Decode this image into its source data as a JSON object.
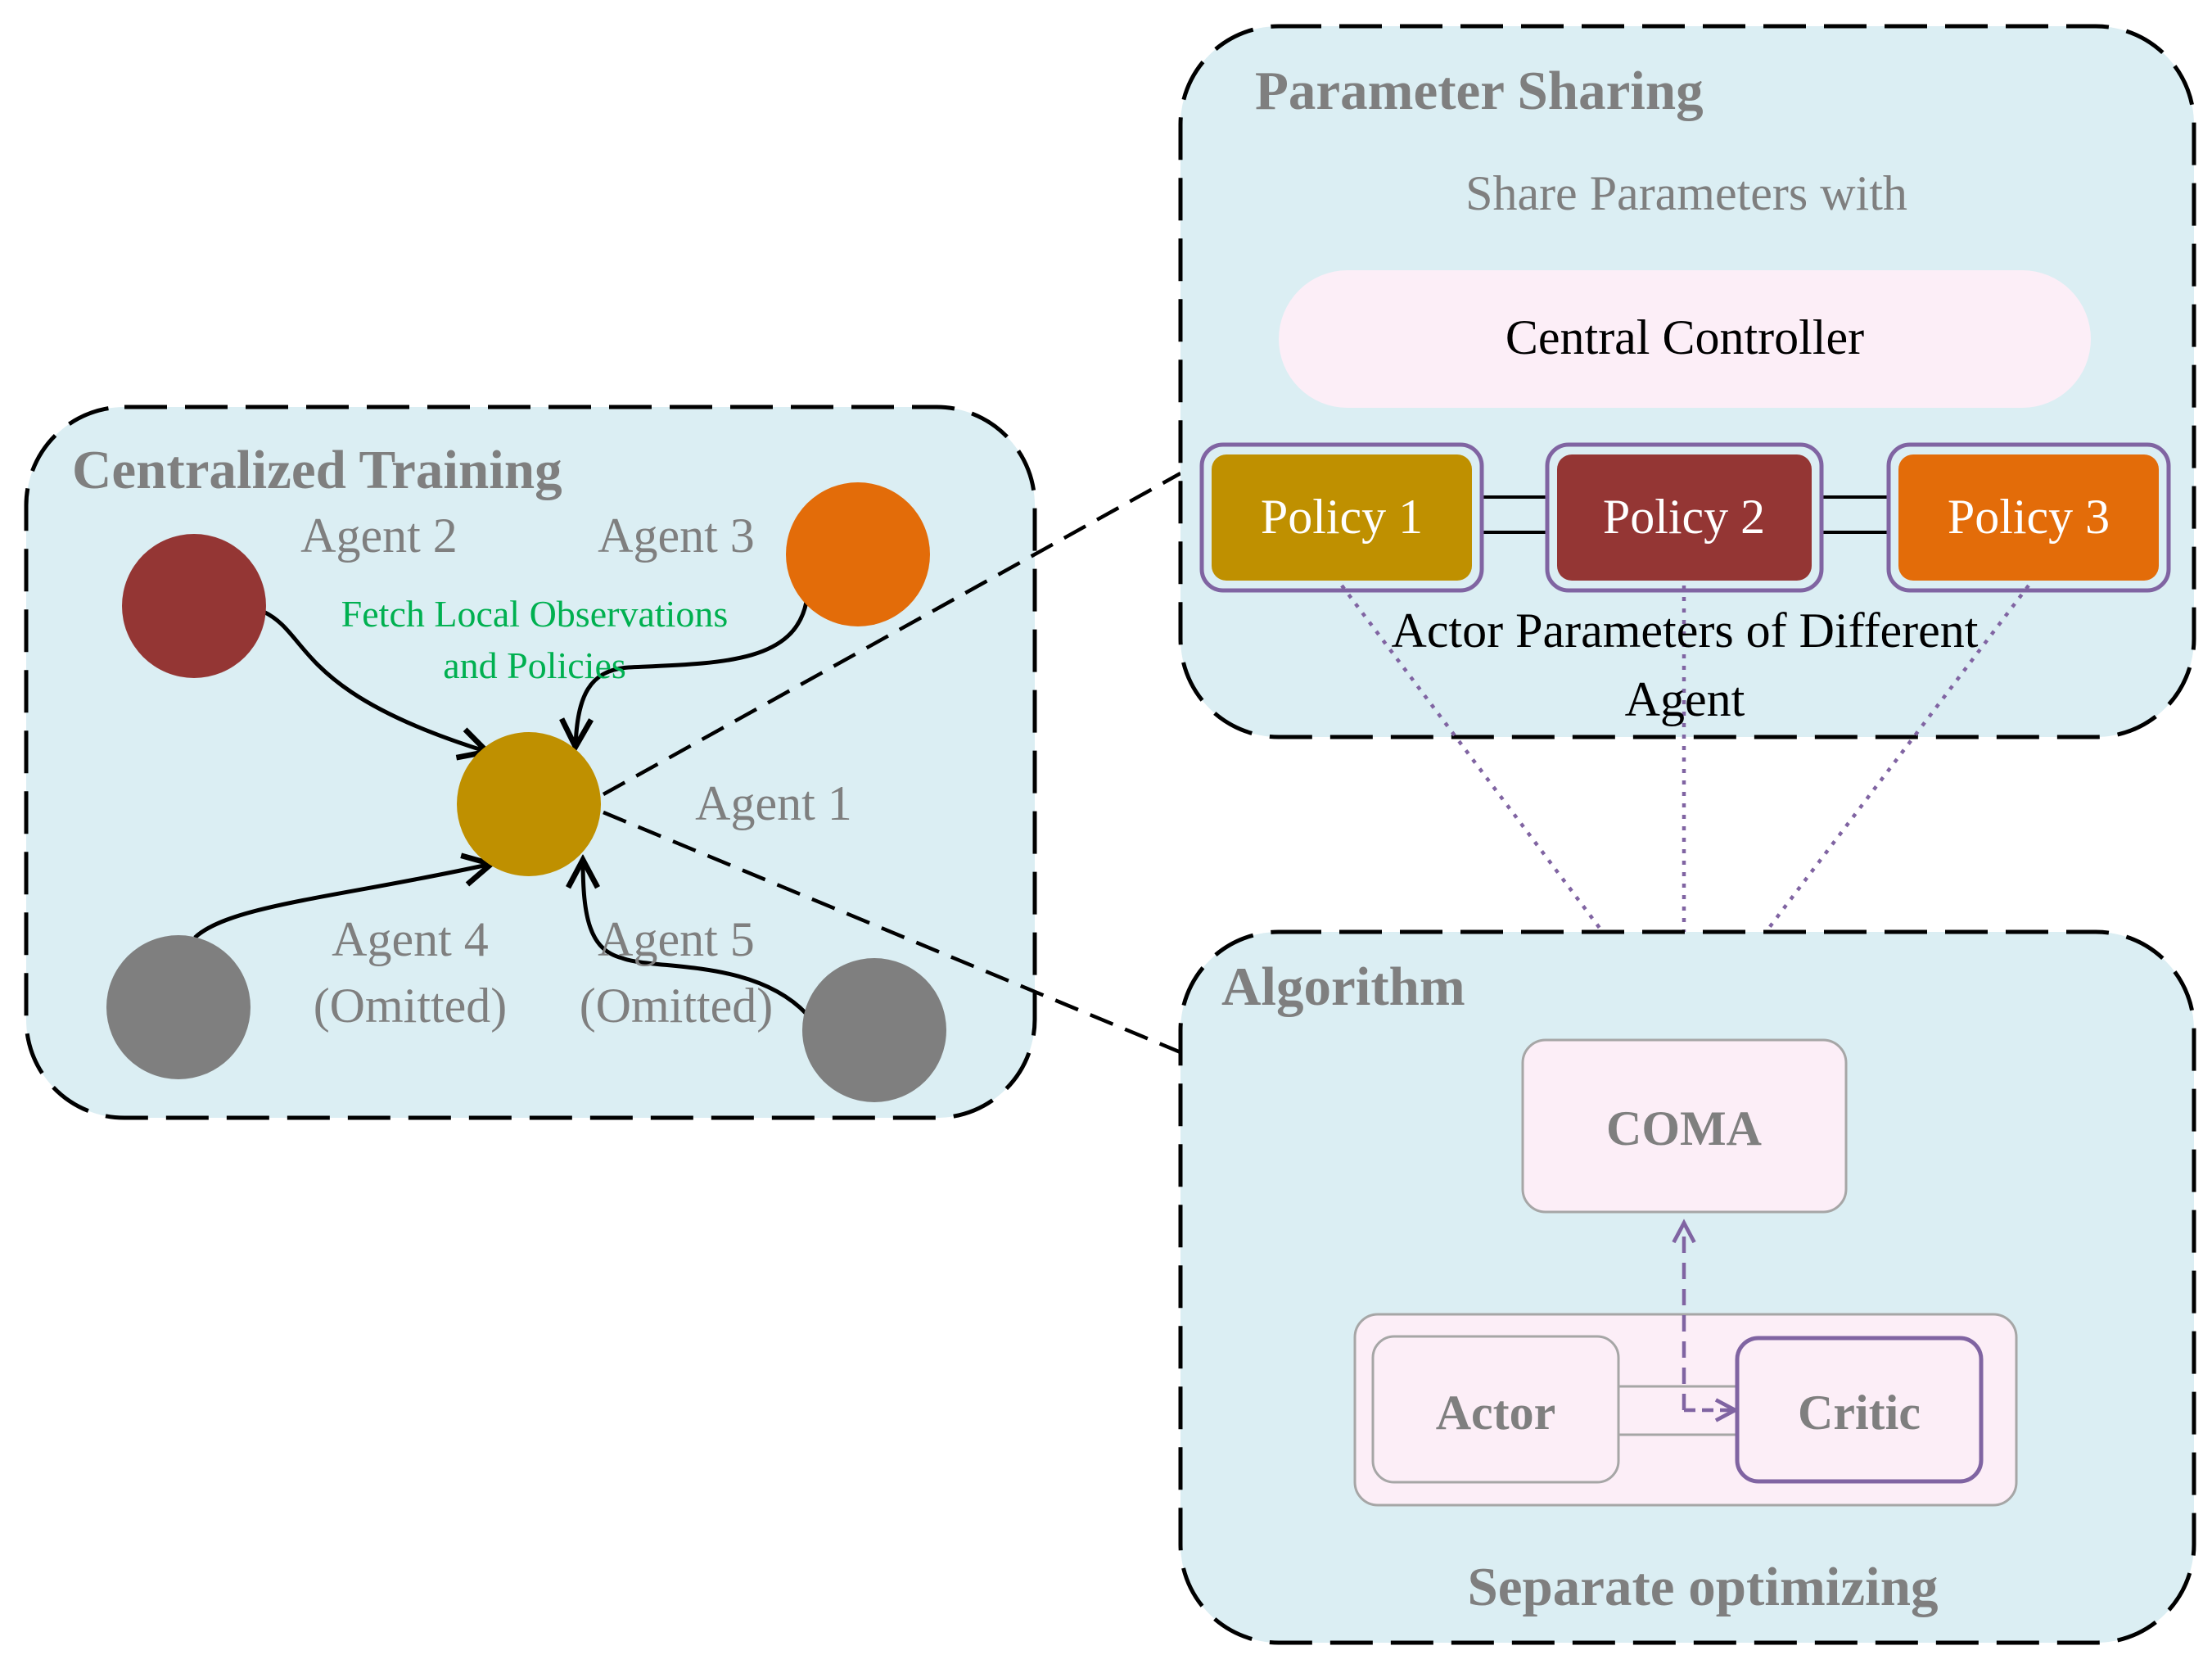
{
  "centralized_training": {
    "title": "Centralized Training",
    "fetch_note_line1": "Fetch Local Observations",
    "fetch_note_line2": "and Policies",
    "agents": [
      {
        "id": "agent-1",
        "label_line1": "Agent 1",
        "label_line2": "",
        "color": "#bf9000"
      },
      {
        "id": "agent-2",
        "label_line1": "Agent 2",
        "label_line2": "",
        "color": "#943634"
      },
      {
        "id": "agent-3",
        "label_line1": "Agent 3",
        "label_line2": "",
        "color": "#e36c09"
      },
      {
        "id": "agent-4",
        "label_line1": "Agent 4",
        "label_line2": "(Omitted)",
        "color": "#7f7f7f"
      },
      {
        "id": "agent-5",
        "label_line1": "Agent 5",
        "label_line2": "(Omitted)",
        "color": "#7f7f7f"
      }
    ]
  },
  "parameter_sharing": {
    "title": "Parameter Sharing",
    "share_text": "Share Parameters with",
    "controller": "Central Controller",
    "policies": [
      {
        "label": "Policy 1",
        "color": "#bf9000"
      },
      {
        "label": "Policy 2",
        "color": "#943634"
      },
      {
        "label": "Policy 3",
        "color": "#e36c09"
      }
    ],
    "actor_params_line1": "Actor Parameters of Different",
    "actor_params_line2": "Agent"
  },
  "algorithm": {
    "title": "Algorithm",
    "coma": "COMA",
    "actor": "Actor",
    "critic": "Critic",
    "footer": "Separate optimizing"
  },
  "colors": {
    "panel_fill": "#dbeef3",
    "pink": "#fceef7",
    "purple": "#8064a2",
    "green_text": "#00b050",
    "gray_text": "#7f7f7f"
  }
}
